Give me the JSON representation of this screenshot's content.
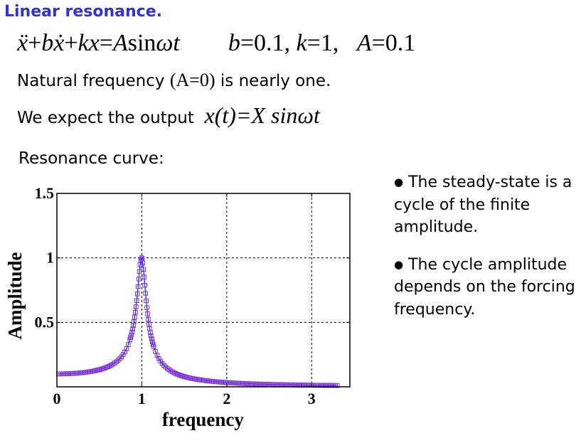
{
  "slide": {
    "title": "Linear resonance.",
    "equation_main": "ẍ+bẋ+kx=Asinωt",
    "equation_params": "b=0.1, k=1,   A=0.1",
    "natural_freq_text_pre": "Natural frequency ",
    "natural_freq_math": "(A=0)",
    "natural_freq_text_post": " is nearly one.",
    "expect_text": "We expect the output  ",
    "expect_math": "x(t)=X sinωt",
    "curve_heading": "Resonance curve:",
    "bullet1": "The steady-state is a cycle of the finite amplitude.",
    "bullet2": "The cycle amplitude depends on the forcing frequency.",
    "bullet_glyph": "●"
  },
  "chart_data": {
    "type": "scatter",
    "title": "",
    "xlabel": "frequency",
    "ylabel": "Amplitude",
    "xlim": [
      0,
      3.45
    ],
    "ylim": [
      0,
      1.5
    ],
    "xticks": [
      0,
      1,
      2,
      3
    ],
    "yticks": [
      0.5,
      1,
      1.5
    ],
    "ytick_labels": [
      "0.5",
      "1",
      "1.5"
    ],
    "grid": true,
    "marker": "square",
    "marker_color": "#7b2fd1",
    "line_color": "#1a1aff",
    "model": {
      "A": 0.1,
      "b": 0.1,
      "k": 1
    },
    "x_start": 0.02,
    "x_end": 3.3,
    "x_step_far": 0.02,
    "x_step_near": 0.008,
    "near_range": [
      0.86,
      1.14
    ]
  }
}
